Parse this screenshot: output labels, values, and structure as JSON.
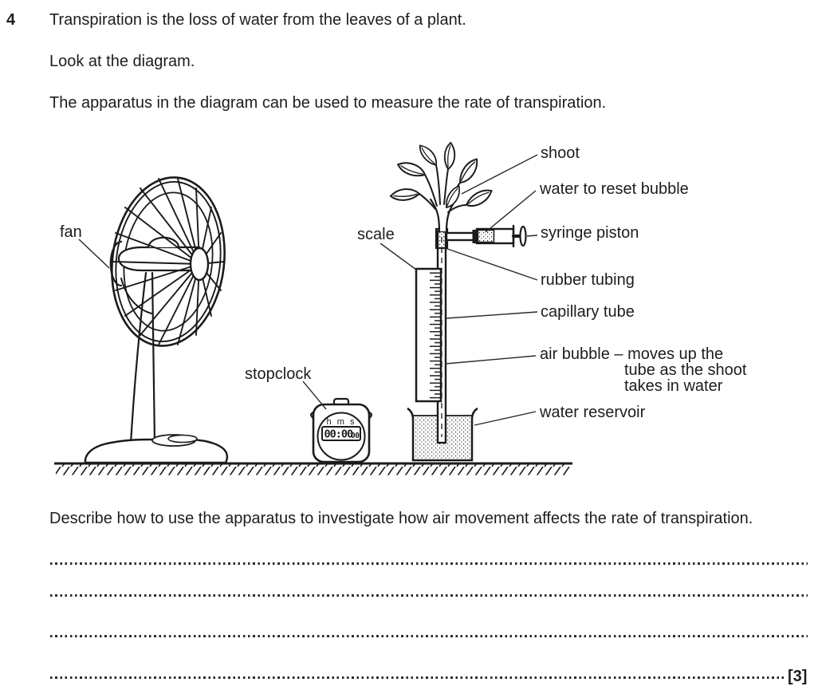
{
  "question": {
    "number": "4",
    "intro_lines": [
      "Transpiration is the loss of water from the leaves of a plant.",
      "Look at the diagram.",
      "The apparatus in the diagram can be used to measure the rate of transpiration."
    ],
    "prompt": "Describe how to use the apparatus to investigate how air movement affects the rate of transpiration.",
    "marks": "[3]",
    "answer_line_count": 4
  },
  "diagram": {
    "labels": {
      "fan": "fan",
      "scale": "scale",
      "stopclock": "stopclock",
      "shoot": "shoot",
      "water_to_reset_bubble": "water to reset bubble",
      "syringe_piston": "syringe piston",
      "rubber_tubing": "rubber tubing",
      "capillary_tube": "capillary tube",
      "air_bubble_line1": "air bubble – moves up the",
      "air_bubble_line2": "tube as the shoot",
      "air_bubble_line3": "takes in water",
      "water_reservoir": "water reservoir"
    },
    "stopclock_display": {
      "units": "h m s",
      "time_main": "00:00",
      "time_small": "00"
    }
  },
  "colors": {
    "ink": "#1d1d1d",
    "line": "#1b1b1b",
    "paper": "#ffffff"
  }
}
